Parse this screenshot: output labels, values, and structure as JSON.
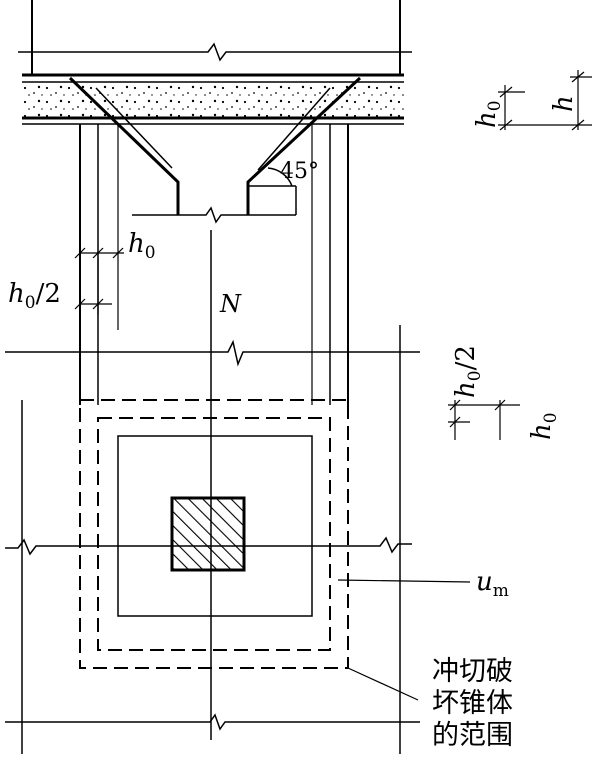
{
  "labels": {
    "h0_top": "h",
    "h0_top_sub": "0",
    "h_top": "h",
    "angle": "45°",
    "h0_left": "h",
    "h0_left_sub": "0",
    "h0half_left": "h",
    "h0half_left_sub": "0",
    "h0half_left_tail": "/2",
    "axial_force": "N",
    "h0half_right": "h",
    "h0half_right_sub": "0",
    "h0half_right_tail": "/2",
    "h0_right": "h",
    "h0_right_sub": "0",
    "um": "u",
    "um_sub": "m",
    "caption_line1": "冲切破",
    "caption_line2": "坏锥体",
    "caption_line3": "的范围"
  },
  "colors": {
    "ink": "#000000",
    "paper": "#ffffff"
  }
}
